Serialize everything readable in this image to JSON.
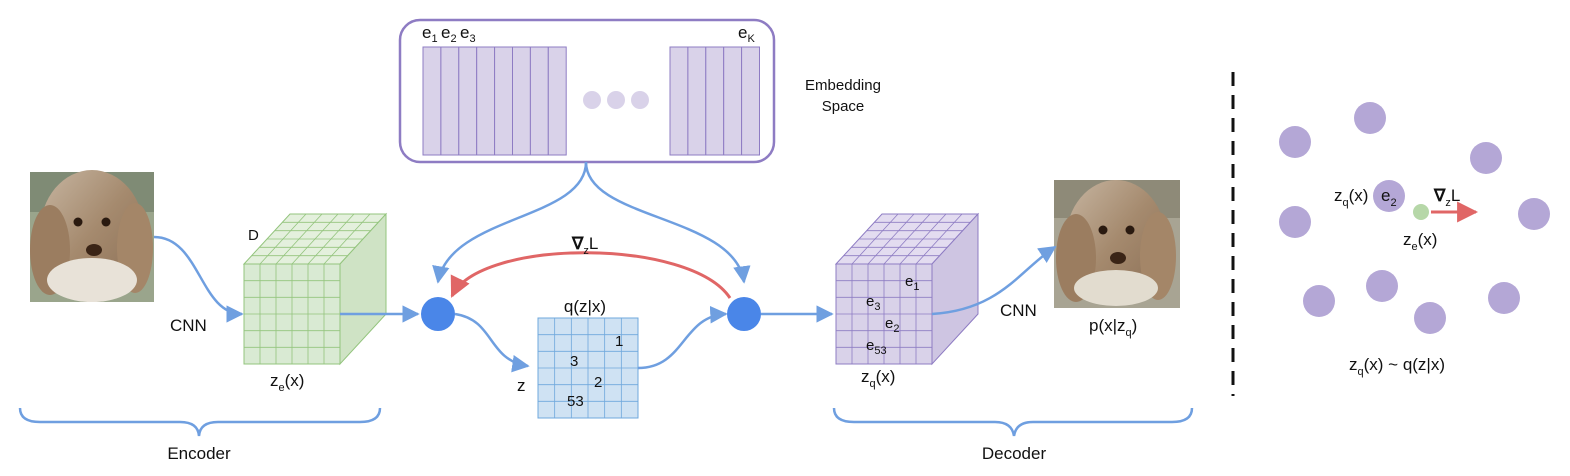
{
  "embedding": {
    "title_line1": "Embedding",
    "title_line2": "Space",
    "e1_base": "e",
    "e1_sub": "1",
    "e2_base": "e",
    "e2_sub": "2",
    "e3_base": "e",
    "e3_sub": "3",
    "eK_base": "e",
    "eK_sub": "K"
  },
  "encoder": {
    "cnn_label": "CNN",
    "depth_label": "D",
    "output_base": "z",
    "output_sub": "e",
    "output_suffix": "(x)",
    "brace_label": "Encoder"
  },
  "quantizer": {
    "grad_nabla": "∇",
    "grad_sub": "z",
    "grad_L": "L",
    "posterior_label": "q(z|x)",
    "z_label": "z",
    "grid_values": {
      "v1": "1",
      "v3": "3",
      "v2": "2",
      "v53": "53"
    }
  },
  "decoder": {
    "cnn_label": "CNN",
    "cube_labels": {
      "e1_base": "e",
      "e1_sub": "1",
      "e3_base": "e",
      "e3_sub": "3",
      "e2_base": "e",
      "e2_sub": "2",
      "e53_base": "e",
      "e53_sub": "53"
    },
    "input_base": "z",
    "input_sub": "q",
    "input_suffix": "(x)",
    "output_prefix": "p(x|z",
    "output_sub": "q",
    "output_suffix": ")",
    "brace_label": "Decoder"
  },
  "right_panel": {
    "zq_base": "z",
    "zq_sub": "q",
    "zq_suffix": "(x)",
    "e2_base": "e",
    "e2_sub": "2",
    "grad_nabla": "∇",
    "grad_sub": "z",
    "grad_L": "L",
    "ze_base": "z",
    "ze_sub": "e",
    "ze_suffix": "(x)",
    "formula_base": "z",
    "formula_sub": "q",
    "formula_rest": "(x) ~ q(z|x)"
  },
  "colors": {
    "arrow_blue": "#6f9fe0",
    "node_blue": "#4a86e8",
    "grad_red": "#e06666",
    "green_face": "#d9ead3",
    "green_line": "#93c47d",
    "purple_face": "#d9d2e9",
    "purple_line": "#8e7cc3",
    "blue_grid_face": "#cfe2f3",
    "blue_grid_line": "#6fa8dc",
    "embedding_dot": "#b4a7d6",
    "ze_dot": "#b6d7a8"
  },
  "icons": [
    "dog-photo-input",
    "dog-photo-output"
  ]
}
